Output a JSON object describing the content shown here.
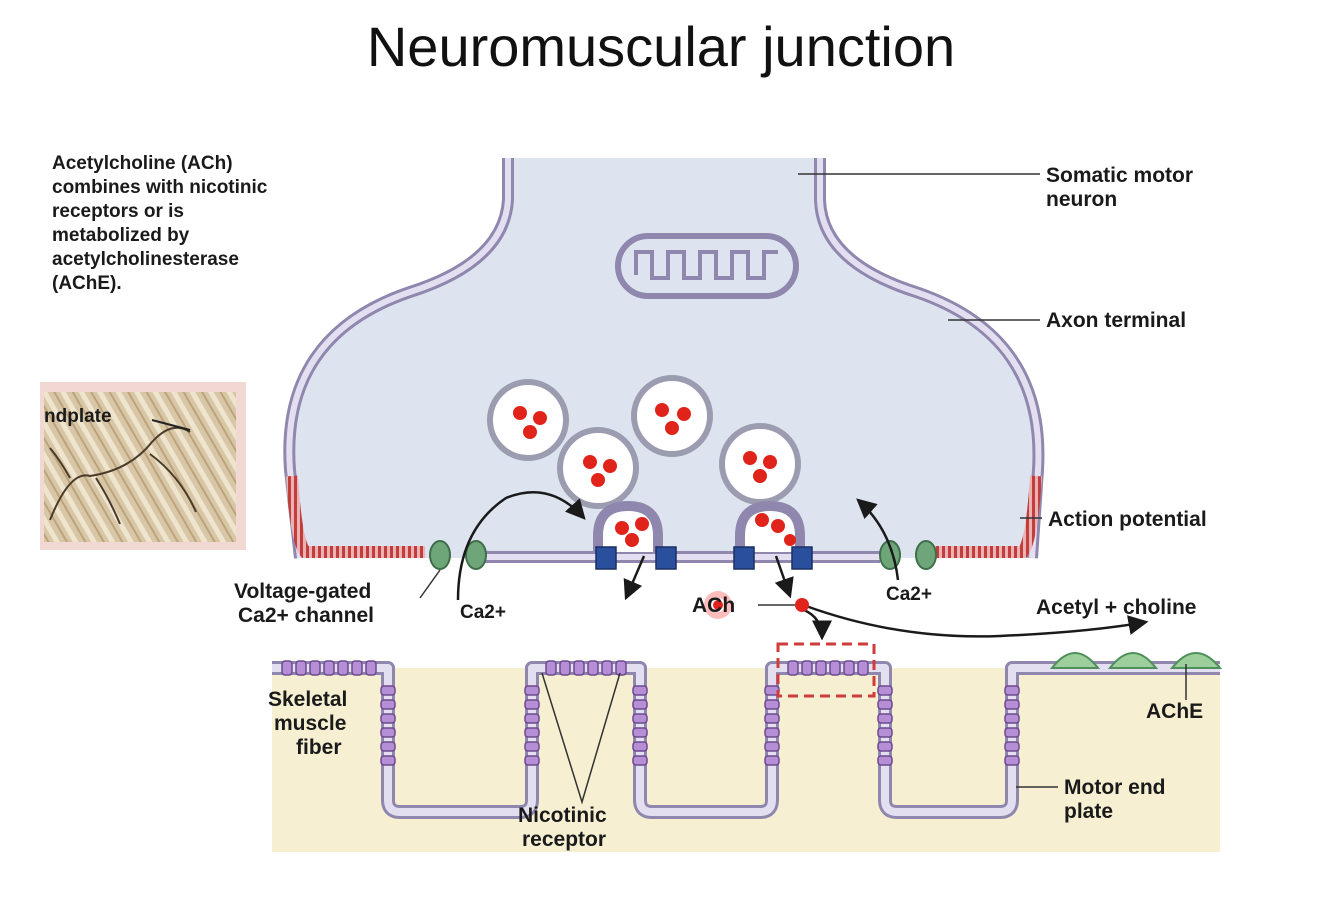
{
  "title": "Neuromuscular junction",
  "intro": "Acetylcholine (ACh)\ncombines with nicotinic\nreceptors or is\nmetabolized by\nacetylcholinesterase\n(AChE).",
  "photo": {
    "label": "ndplate"
  },
  "labels": {
    "somatic_motor_neuron": [
      "Somatic motor",
      "neuron"
    ],
    "axon_terminal": "Axon terminal",
    "action_potential": "Action potential",
    "voltage_gated_channel": [
      "Voltage-gated",
      "Ca2+ channel"
    ],
    "ca_left": "Ca2+",
    "ca_right": "Ca2+",
    "ach": "ACh",
    "acetyl_choline": "Acetyl + choline",
    "ache": "AChE",
    "skeletal_muscle_fiber": [
      "Skeletal",
      "muscle",
      "fiber"
    ],
    "nicotinic_receptor": [
      "Nicotinic",
      "receptor"
    ],
    "motor_end_plate": [
      "Motor end",
      "plate"
    ]
  },
  "colors": {
    "neuron_fill": "#dde4ef",
    "membrane": "#8f87ad",
    "membrane_fill": "#d9d3e8",
    "muscle_fill": "#f6efd2",
    "vesicle_dot": "#e0241c",
    "action_potential": "#c33d3d",
    "channel": "#6ea67a",
    "receptor_box": "#2a4f9c",
    "ache": "#9ccf9c",
    "highlight_box": "#d23b3b"
  }
}
